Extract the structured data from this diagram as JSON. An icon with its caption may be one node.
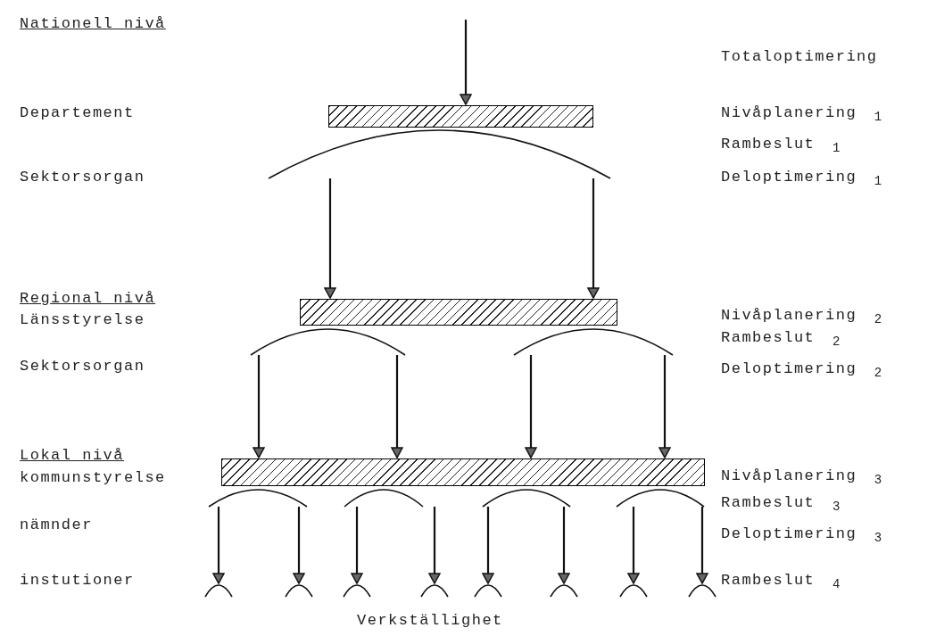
{
  "diagram": {
    "nodes": [
      {
        "text": [],
        "shape": "bar"
      },
      {
        "text": [],
        "shape": "arc"
      },
      {
        "text": [],
        "shape": "bar"
      },
      {
        "text": [],
        "shape": "arc"
      },
      {
        "text": [],
        "shape": "arc"
      },
      {
        "text": [],
        "shape": "bar"
      },
      {
        "text": [],
        "shape": "arc"
      },
      {
        "text": [],
        "shape": "arc"
      },
      {
        "text": [],
        "shape": "arc"
      },
      {
        "text": [],
        "shape": "arc"
      },
      {
        "text": [],
        "shape": "arc"
      },
      {
        "text": [],
        "shape": "arc"
      },
      {
        "text": [],
        "shape": "arc"
      },
      {
        "text": [],
        "shape": "arc"
      },
      {
        "text": [],
        "shape": "arc"
      },
      {
        "text": [],
        "shape": "arc"
      },
      {
        "text": [],
        "shape": "arc"
      },
      {
        "text": [],
        "shape": "arc"
      }
    ],
    "edges": [
      {
        "from": null,
        "to": 0,
        "arrow": "to"
      },
      {
        "from": 1,
        "to": 2,
        "arrow": "to"
      },
      {
        "from": 1,
        "to": 2,
        "arrow": "to"
      },
      {
        "from": 3,
        "to": 5,
        "arrow": "to"
      },
      {
        "from": 3,
        "to": 5,
        "arrow": "to"
      },
      {
        "from": 4,
        "to": 5,
        "arrow": "to"
      },
      {
        "from": 4,
        "to": 5,
        "arrow": "to"
      },
      {
        "from": 6,
        "to": 10,
        "arrow": "to"
      },
      {
        "from": 6,
        "to": 11,
        "arrow": "to"
      },
      {
        "from": 7,
        "to": 12,
        "arrow": "to"
      },
      {
        "from": 7,
        "to": 13,
        "arrow": "to"
      },
      {
        "from": 8,
        "to": 14,
        "arrow": "to"
      },
      {
        "from": 8,
        "to": 15,
        "arrow": "to"
      },
      {
        "from": 9,
        "to": 16,
        "arrow": "to"
      },
      {
        "from": 9,
        "to": 17,
        "arrow": "to"
      }
    ],
    "labels": [
      "Nationell nivå",
      "Totaloptimering",
      "Departement",
      "Nivåplanering $_{1}$",
      "Rambeslut $_{1}$",
      "Sektorsorgan",
      "Deloptimering $_{1}$",
      "Regional nivå",
      "Länsstyrelse",
      "Nivåplanering $_{2}$",
      "Rambeslut $_{2}$",
      "Sektorsorgan",
      "Deloptimering $_{2}$",
      "Lokal nivå",
      "kommunstyrelse",
      "Nivåplanering $_{3}$",
      "Rambeslut $_{3}$",
      "nämnder",
      "Deloptimering $_{3}$",
      "instutioner",
      "Rambeslut $_{4}$",
      "Verkställighet"
    ]
  }
}
